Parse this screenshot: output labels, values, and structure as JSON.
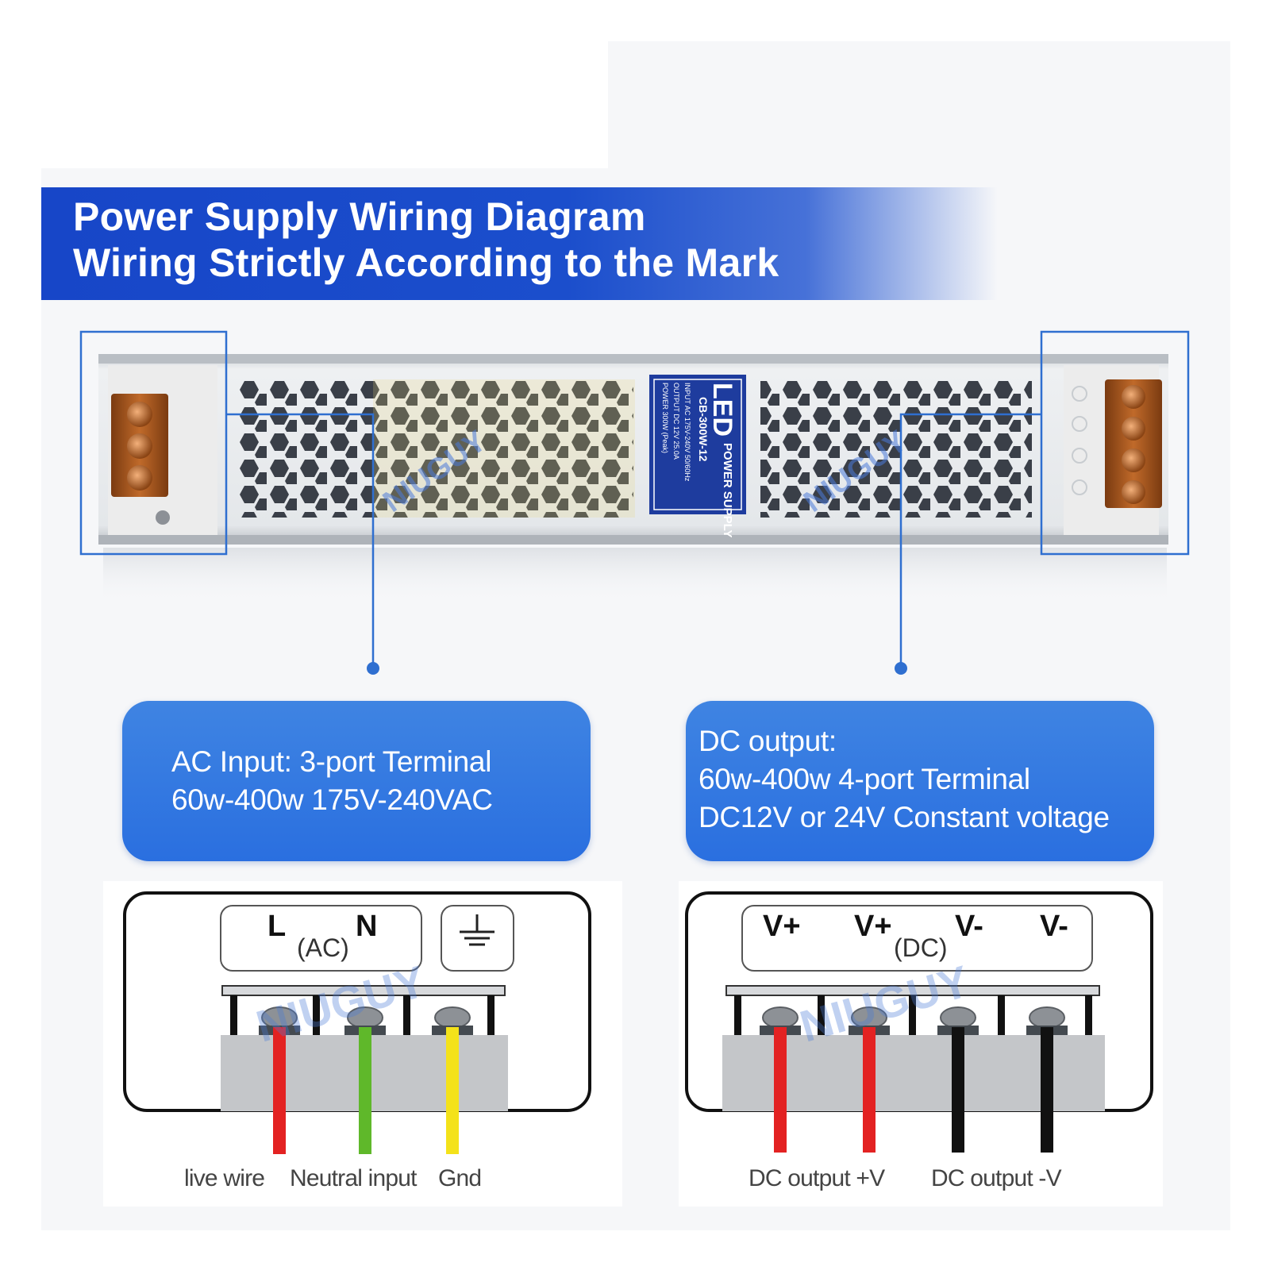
{
  "header": {
    "title_line_1": "Power Supply Wiring Diagram",
    "title_line_2": "Wiring Strictly According to the Mark",
    "banner_color": "#1746c8"
  },
  "device": {
    "label_brand": "LED",
    "label_text": "POWER SUPPLY",
    "model": "CB-300W-12",
    "spec_rows": [
      "INPUT  AC 175V-240V 50/60Hz",
      "OUTPUT  DC 12V  25.0A",
      "POWER  300W (Peak)"
    ],
    "watermark": "NIUGUY",
    "body_color": "#dcdfe3",
    "terminal_color": "#a8551f"
  },
  "callouts": {
    "ac": {
      "line_1": "AC Input: 3-port Terminal",
      "line_2": "60w-400w 175V-240VAC"
    },
    "dc": {
      "line_1": "DC output:",
      "line_2": "60w-400w 4-port Terminal",
      "line_3": "DC12V or 24V Constant voltage"
    },
    "color": "#2f75e0"
  },
  "ac_terminal": {
    "port_l": "L",
    "port_n": "N",
    "sub": "(AC)",
    "ground_icon": "ground-icon",
    "wire_colors": [
      "#e32222",
      "#5fb82a",
      "#f4e21a"
    ],
    "wire_labels": {
      "live": "live wire",
      "neutral": "Neutral input",
      "gnd": "Gnd"
    }
  },
  "dc_terminal": {
    "ports": [
      "V+",
      "V+",
      "V-",
      "V-"
    ],
    "sub": "(DC)",
    "wire_colors": [
      "#e32222",
      "#e32222",
      "#111111",
      "#111111"
    ],
    "wire_labels": {
      "positive": "DC output +V",
      "negative": "DC output -V"
    }
  },
  "watermark_text": "NIUGUY"
}
